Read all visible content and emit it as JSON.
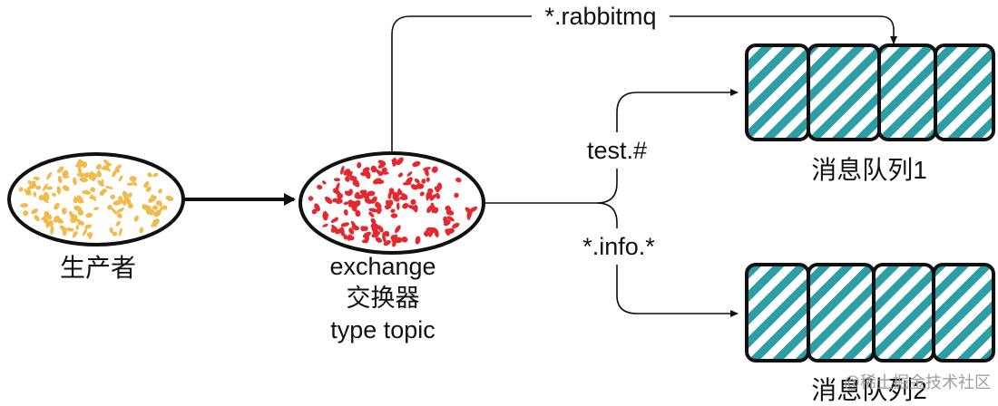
{
  "producer": {
    "label": "生产者",
    "color": "#f2b94c"
  },
  "exchange": {
    "line1": "exchange",
    "line2": "交换器",
    "line3": "type topic",
    "color": "#e4282e"
  },
  "routes": {
    "top": "*.rabbitmq",
    "mid": "test.#",
    "bottom": "*.info.*"
  },
  "queue1": {
    "label": "消息队列1"
  },
  "queue2": {
    "label": "消息队列2"
  },
  "queue_color": "#2d9ea6",
  "watermark": "@稀土掘金技术社区"
}
